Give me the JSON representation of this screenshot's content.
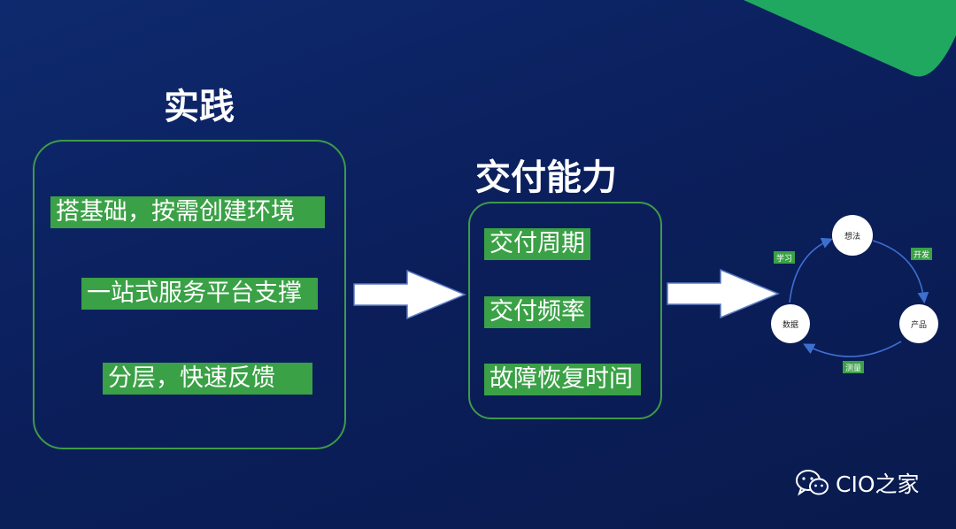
{
  "practice": {
    "title": "实践",
    "items": [
      "搭基础，按需创建环境",
      "一站式服务平台支撑",
      "分层，快速反馈"
    ]
  },
  "delivery": {
    "title": "交付能力",
    "items": [
      "交付周期",
      "交付频率",
      "故障恢复时间"
    ]
  },
  "cycle": {
    "nodes": {
      "top": "想法",
      "right": "产品",
      "left": "数据"
    },
    "edges": {
      "top_left": "学习",
      "top_right": "开发",
      "bottom": "测量"
    }
  },
  "brand": {
    "name": "CIO之家",
    "icon": "wechat-icon"
  },
  "colors": {
    "background": "#0b1f5c",
    "accent_green": "#3aa146",
    "corner_green": "#20a860",
    "cycle_arrow": "#3d6fd1"
  }
}
